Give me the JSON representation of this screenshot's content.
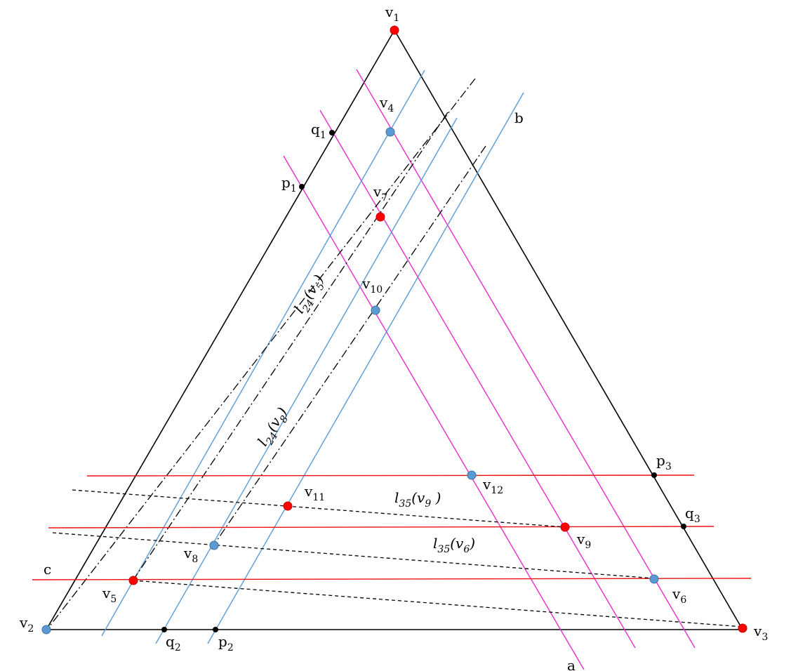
{
  "colors": {
    "triangle": "#000000",
    "magenta": "#e82ccc",
    "blue": "#5b9bd5",
    "red": "#ee1111",
    "point_red": "#ff0000",
    "point_blue": "#5b9bd5",
    "point_black": "#000000"
  },
  "labels": {
    "v1": {
      "main": "v",
      "sub": "1"
    },
    "v2": {
      "main": "v",
      "sub": "2"
    },
    "v3": {
      "main": "v",
      "sub": "3"
    },
    "v4": {
      "main": "v",
      "sub": "4"
    },
    "v5": {
      "main": "v",
      "sub": "5"
    },
    "v6": {
      "main": "v",
      "sub": "6"
    },
    "v7": {
      "main": "v",
      "sub": "7"
    },
    "v8": {
      "main": "v",
      "sub": "8"
    },
    "v9": {
      "main": "v",
      "sub": "9"
    },
    "v10": {
      "main": "v",
      "sub": "10"
    },
    "v11": {
      "main": "v",
      "sub": "11"
    },
    "v12": {
      "main": "v",
      "sub": "12"
    },
    "p1": {
      "main": "p",
      "sub": "1"
    },
    "p2": {
      "main": "p",
      "sub": "2"
    },
    "p3": {
      "main": "p",
      "sub": "3"
    },
    "q1": {
      "main": "q",
      "sub": "1"
    },
    "q2": {
      "main": "q",
      "sub": "2"
    },
    "q3": {
      "main": "q",
      "sub": "3"
    },
    "a": "a",
    "b": "b",
    "c": "c",
    "l24v5": {
      "l": "l",
      "lsub": "24",
      "open": "(v",
      "vsub": "5",
      "close": ")"
    },
    "l24v8": {
      "l": "l",
      "lsub": "24",
      "open": "(v",
      "vsub": "8",
      "close": ")"
    },
    "l35v9": {
      "l": "l",
      "lsub": "35",
      "open": "(v",
      "vsub": "9",
      "close": " )"
    },
    "l35v6": {
      "l": "l",
      "lsub": "35",
      "open": "(v",
      "vsub": "6",
      "close": ")"
    }
  }
}
